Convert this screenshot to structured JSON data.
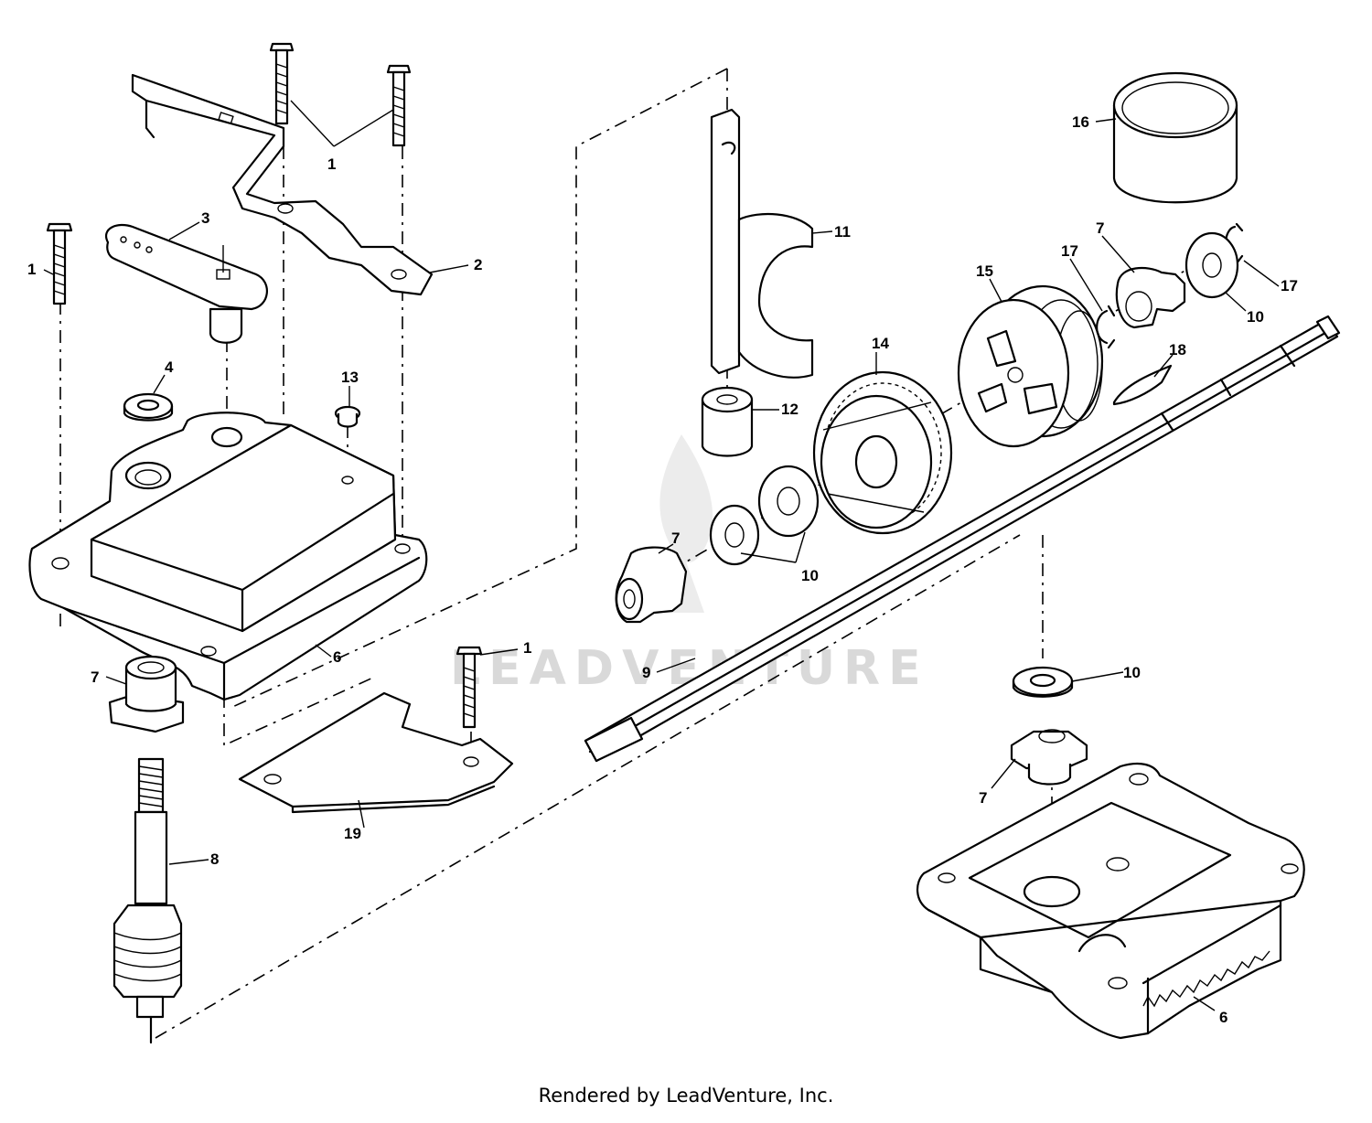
{
  "watermark": "LEADVENTURE",
  "footer": "Rendered by LeadVenture, Inc.",
  "callouts": {
    "c1_top": "1",
    "c1_left": "1",
    "c1_lower": "1",
    "c2": "2",
    "c3": "3",
    "c4": "4",
    "c6_left": "6",
    "c6_right": "6",
    "c7_left": "7",
    "c7_mid": "7",
    "c7_top": "7",
    "c7_right": "7",
    "c8": "8",
    "c9": "9",
    "c10_mid": "10",
    "c10_top": "10",
    "c10_right": "10",
    "c11": "11",
    "c12": "12",
    "c13": "13",
    "c14": "14",
    "c15": "15",
    "c16": "16",
    "c17_left": "17",
    "c17_right": "17",
    "c18": "18",
    "c19": "19"
  }
}
